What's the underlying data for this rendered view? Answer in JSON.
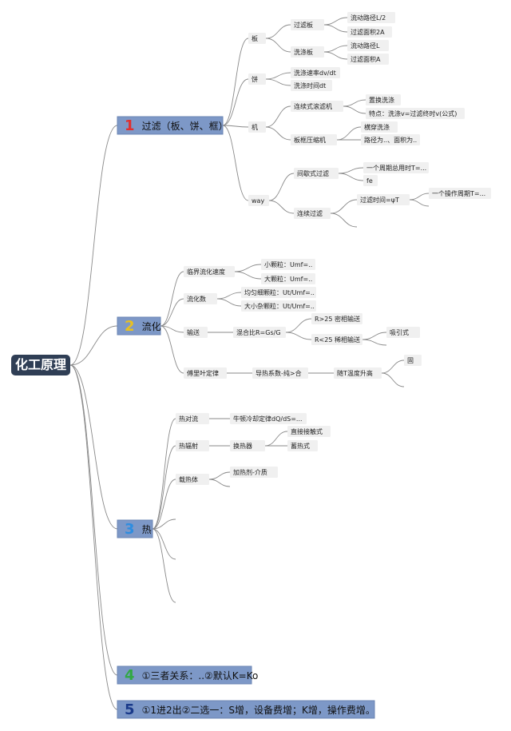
{
  "root": "化工原理",
  "branches": [
    {
      "num": "1",
      "num_color": "#e03030",
      "label": "过滤（板、饼、框）"
    },
    {
      "num": "2",
      "num_color": "#e8c020",
      "label": "流化"
    },
    {
      "num": "3",
      "num_color": "#2e8de0",
      "label": "热"
    },
    {
      "num": "4",
      "num_color": "#32a845",
      "label": "①三者关系：..②默认K=Ko"
    },
    {
      "num": "5",
      "num_color": "#1a3a8a",
      "label": "①1进2出②二选一：S增，设备费增；K增，操作费增。"
    }
  ],
  "nodes": {
    "ban": "板",
    "guolvban": "过滤板",
    "liudong_l2": "流动路径L/2",
    "mianji_2a": "过滤面积2A",
    "xidiban": "洗涤板",
    "liudong_l": "流动路径L",
    "mianji_a": "过滤面积A",
    "bing": "饼",
    "xidi_sulv": "洗涤速率dv/dt",
    "xidi_shijian": "洗涤时间dt",
    "ji": "机",
    "lianxu_yelvji": "连续式滚滤机",
    "zhihuan_xidi": "置换洗涤",
    "tedian": "特点：洗涤v=过滤终时v(公式)",
    "bankuang_yalvji": "板框压缩机",
    "hengchuan_xidi": "横穿洗涤",
    "lujing_wei": "路径为..、面积为..",
    "way": "way",
    "jianxie_guolv": "间歇式过滤",
    "yige_zhouqi": "一个周期总用时T=...",
    "fe": "fe",
    "lianxu_guolv": "连续过滤",
    "guolv_shijian": "过滤时间=ψT",
    "yige_caozuo": "一个操作周期T=...",
    "linjie": "临界流化速度",
    "xiao_keli": "小颗粒：Umf=..",
    "da_keli": "大颗粒：Umf=..",
    "liuhuashu": "流化数",
    "junyun": "均匀细颗粒：Ut/Umf=..",
    "daxiao": "大小杂颗粒：Ut/Umf=..",
    "shusong": "输送",
    "hunhe": "混合比R=Gs/G",
    "r_gt25": "R>25 密相输送",
    "r_lt25": "R<25 稀相输送",
    "xiyin": "吸引式",
    "fuli": "傅里叶定律",
    "daoreixishu": "导热系数-纯>合",
    "suiT": "随T温度升高",
    "gu": "固",
    "reduiliu": "热对流",
    "niudun": "牛顿冷却定律dQ/dS=...",
    "refushe": "热辐射",
    "huanreqi": "换热器",
    "zhijie": "直接接触式",
    "xure": "蓄热式",
    "zaireti": "载热体",
    "jiareji": "加热剂-介质"
  }
}
